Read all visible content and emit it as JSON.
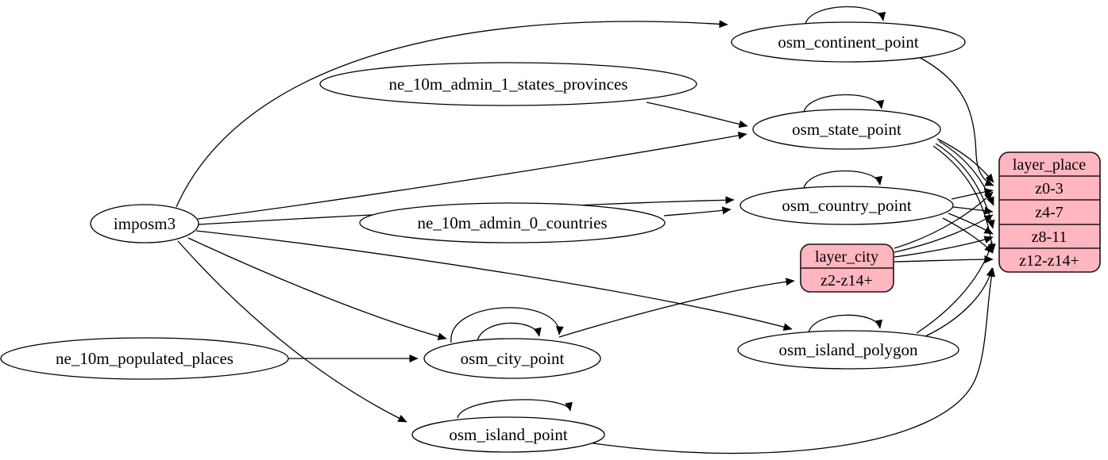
{
  "diagram": {
    "kind": "etl-graph",
    "background": "#ffffff",
    "colors": {
      "node_fill": "#ffffff",
      "node_stroke": "#000000",
      "record_fill": "#ffb6c1",
      "record_stroke": "#221111",
      "edge": "#000000",
      "text": "#000000"
    },
    "nodes": {
      "imposm3": {
        "label": "imposm3"
      },
      "ne_10m_admin_1_states_provinces": {
        "label": "ne_10m_admin_1_states_provinces"
      },
      "ne_10m_admin_0_countries": {
        "label": "ne_10m_admin_0_countries"
      },
      "ne_10m_populated_places": {
        "label": "ne_10m_populated_places"
      },
      "osm_continent_point": {
        "label": "osm_continent_point"
      },
      "osm_state_point": {
        "label": "osm_state_point"
      },
      "osm_country_point": {
        "label": "osm_country_point"
      },
      "osm_city_point": {
        "label": "osm_city_point"
      },
      "osm_island_polygon": {
        "label": "osm_island_polygon"
      },
      "osm_island_point": {
        "label": "osm_island_point"
      }
    },
    "records": {
      "layer_place": {
        "title": "layer_place",
        "rows": [
          "z0-3",
          "z4-7",
          "z8-11",
          "z12-z14+"
        ]
      },
      "layer_city": {
        "title": "layer_city",
        "rows": [
          "z2-z14+"
        ]
      }
    },
    "edges": [
      {
        "from": "imposm3",
        "to": "osm_continent_point"
      },
      {
        "from": "imposm3",
        "to": "osm_state_point"
      },
      {
        "from": "imposm3",
        "to": "osm_country_point"
      },
      {
        "from": "imposm3",
        "to": "osm_city_point"
      },
      {
        "from": "imposm3",
        "to": "osm_island_polygon"
      },
      {
        "from": "imposm3",
        "to": "osm_island_point"
      },
      {
        "from": "ne_10m_admin_1_states_provinces",
        "to": "osm_state_point"
      },
      {
        "from": "ne_10m_admin_0_countries",
        "to": "osm_country_point"
      },
      {
        "from": "ne_10m_populated_places",
        "to": "osm_city_point"
      },
      {
        "from": "osm_continent_point",
        "to": "osm_continent_point"
      },
      {
        "from": "osm_state_point",
        "to": "osm_state_point"
      },
      {
        "from": "osm_country_point",
        "to": "osm_country_point"
      },
      {
        "from": "osm_city_point",
        "to": "osm_city_point"
      },
      {
        "from": "osm_city_point",
        "to": "osm_city_point"
      },
      {
        "from": "osm_island_polygon",
        "to": "osm_island_polygon"
      },
      {
        "from": "osm_island_point",
        "to": "osm_island_point"
      },
      {
        "from": "osm_continent_point",
        "to": "layer_place:z0-3"
      },
      {
        "from": "osm_state_point",
        "to": "layer_place:z0-3"
      },
      {
        "from": "osm_state_point",
        "to": "layer_place:z4-7"
      },
      {
        "from": "osm_state_point",
        "to": "layer_place:z8-11"
      },
      {
        "from": "osm_state_point",
        "to": "layer_place:z12-z14+"
      },
      {
        "from": "osm_country_point",
        "to": "layer_place:z0-3"
      },
      {
        "from": "osm_country_point",
        "to": "layer_place:z4-7"
      },
      {
        "from": "osm_country_point",
        "to": "layer_place:z8-11"
      },
      {
        "from": "osm_country_point",
        "to": "layer_place:z12-z14+"
      },
      {
        "from": "osm_city_point",
        "to": "layer_city:z2-z14+"
      },
      {
        "from": "layer_city",
        "to": "layer_place:z0-3"
      },
      {
        "from": "layer_city",
        "to": "layer_place:z4-7"
      },
      {
        "from": "layer_city",
        "to": "layer_place:z8-11"
      },
      {
        "from": "layer_city",
        "to": "layer_place:z12-z14+"
      },
      {
        "from": "osm_island_polygon",
        "to": "layer_place:z8-11"
      },
      {
        "from": "osm_island_polygon",
        "to": "layer_place:z12-z14+"
      },
      {
        "from": "osm_island_point",
        "to": "layer_place:z12-z14+"
      }
    ]
  }
}
